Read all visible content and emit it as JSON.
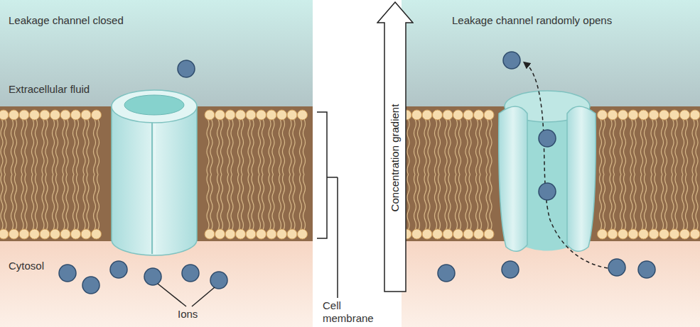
{
  "diagram": {
    "nodes": [
      {
        "text": [
          "Concentration gradient"
        ]
      }
    ],
    "labels": [
      "Leakage channel closed",
      "Extracellular fluid",
      "Cytosol",
      "Ions",
      "Cell membrane",
      "Leakage channel randomly opens"
    ]
  }
}
